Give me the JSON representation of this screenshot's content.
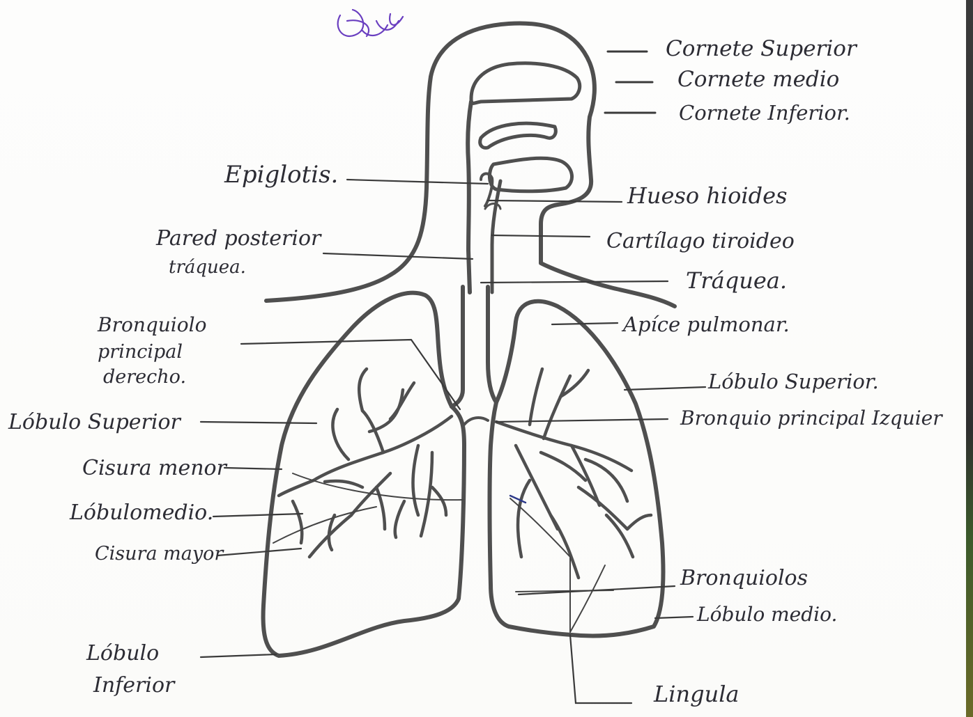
{
  "labels": {
    "cornete_superior": "Cornete Superior",
    "cornete_medio": "Cornete medio",
    "cornete_inferior": "Cornete Inferior.",
    "epiglotis": "Epiglotis.",
    "hueso_hioides": "Hueso hioides",
    "pared_posterior_1": "Pared posterior",
    "pared_posterior_2": "tráquea.",
    "cartilago_tiroideo": "Cartílago tiroideo",
    "traquea": "Tráquea.",
    "bronquiolo_1": "Bronquiolo",
    "bronquiolo_2": "principal",
    "bronquiolo_3": "derecho.",
    "apice_pulmonar": "Apíce pulmonar.",
    "lobulo_superior_der": "Lóbulo Superior.",
    "bronquio_principal_izq": "Bronquio principal Izquier",
    "lobulo_superior_izq": "Lóbulo Superior",
    "cisura_menor": "Cisura menor",
    "lobulo_medio_izq": "Lóbulomedio.",
    "cisura_mayor": "Cisura mayor",
    "bronquiolos": "Bronquiolos",
    "lobulo_medio_der": "Lóbulo medio.",
    "lobulo_inferior_1": "Lóbulo",
    "lobulo_inferior_2": "Inferior",
    "lingula": "Lingula"
  },
  "colors": {
    "outline": "#4f4f4f",
    "ink": "#2c2c34",
    "signature": "#6a3fc0"
  }
}
